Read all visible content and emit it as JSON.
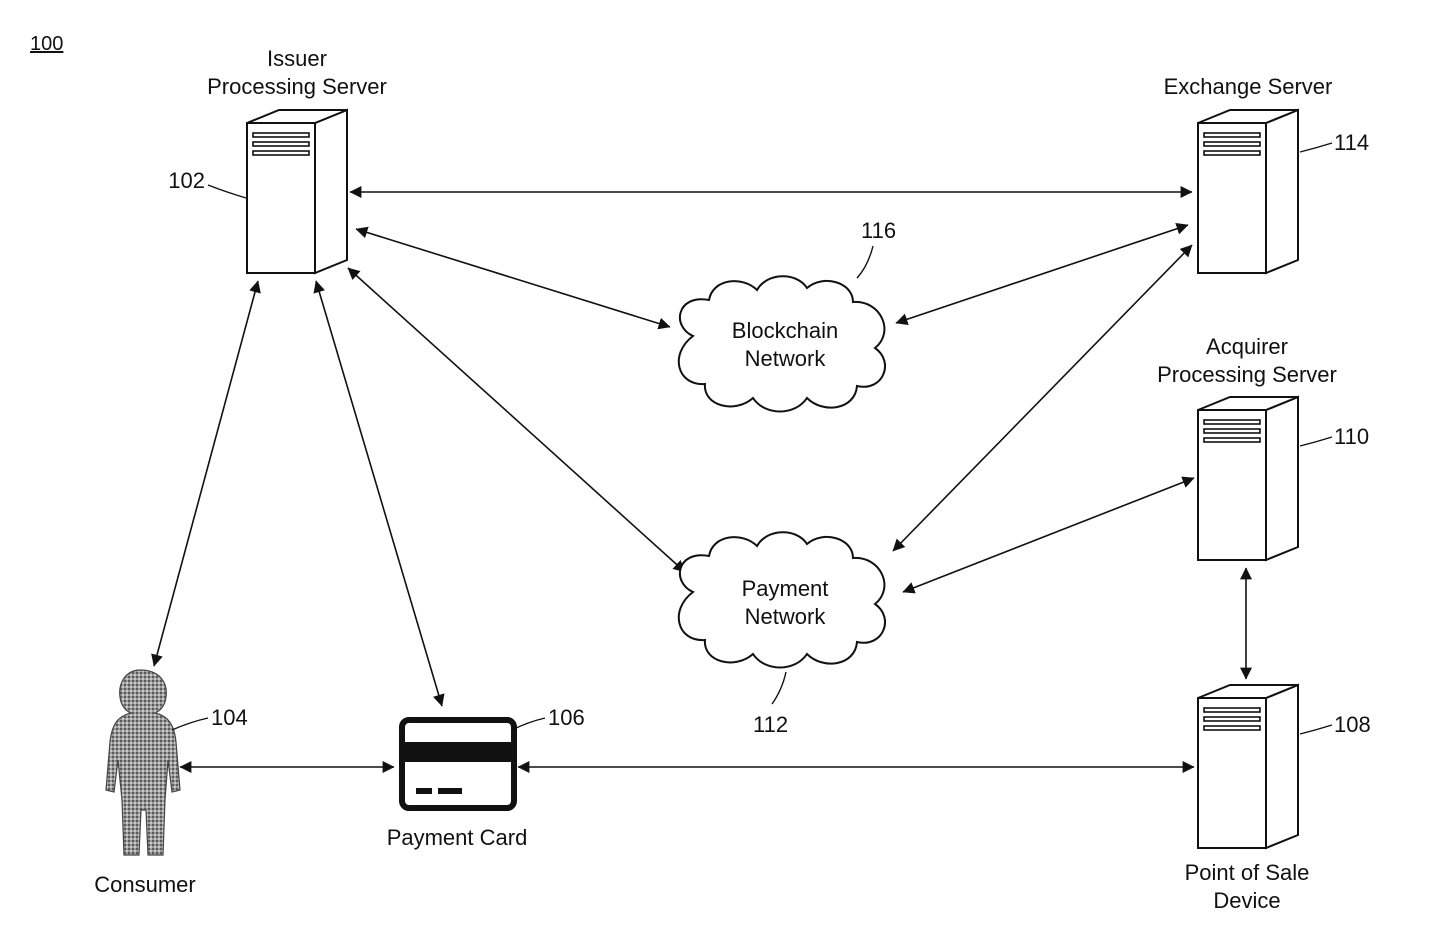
{
  "figure_ref": "100",
  "nodes": {
    "issuer": {
      "label_lines": [
        "Issuer",
        "Processing Server"
      ],
      "ref": "102"
    },
    "consumer": {
      "label_lines": [
        "Consumer"
      ],
      "ref": "104"
    },
    "payment_card": {
      "label_lines": [
        "Payment Card"
      ],
      "ref": "106"
    },
    "pos": {
      "label_lines": [
        "Point of Sale",
        "Device"
      ],
      "ref": "108"
    },
    "acquirer": {
      "label_lines": [
        "Acquirer",
        "Processing Server"
      ],
      "ref": "110"
    },
    "payment_network": {
      "label_lines": [
        "Payment",
        "Network"
      ],
      "ref": "112"
    },
    "exchange": {
      "label_lines": [
        "Exchange Server"
      ],
      "ref": "114"
    },
    "blockchain": {
      "label_lines": [
        "Blockchain",
        "Network"
      ],
      "ref": "116"
    }
  },
  "connections": [
    {
      "from": "issuer",
      "to": "exchange",
      "bidirectional": true
    },
    {
      "from": "issuer",
      "to": "blockchain",
      "bidirectional": true
    },
    {
      "from": "issuer",
      "to": "payment_network",
      "bidirectional": true
    },
    {
      "from": "issuer",
      "to": "consumer",
      "bidirectional": true
    },
    {
      "from": "issuer",
      "to": "payment_card",
      "bidirectional": true
    },
    {
      "from": "exchange",
      "to": "blockchain",
      "bidirectional": true
    },
    {
      "from": "exchange",
      "to": "payment_network",
      "bidirectional": true
    },
    {
      "from": "acquirer",
      "to": "payment_network",
      "bidirectional": true
    },
    {
      "from": "acquirer",
      "to": "pos",
      "bidirectional": true
    },
    {
      "from": "consumer",
      "to": "payment_card",
      "bidirectional": true
    },
    {
      "from": "payment_card",
      "to": "pos",
      "bidirectional": true
    }
  ]
}
